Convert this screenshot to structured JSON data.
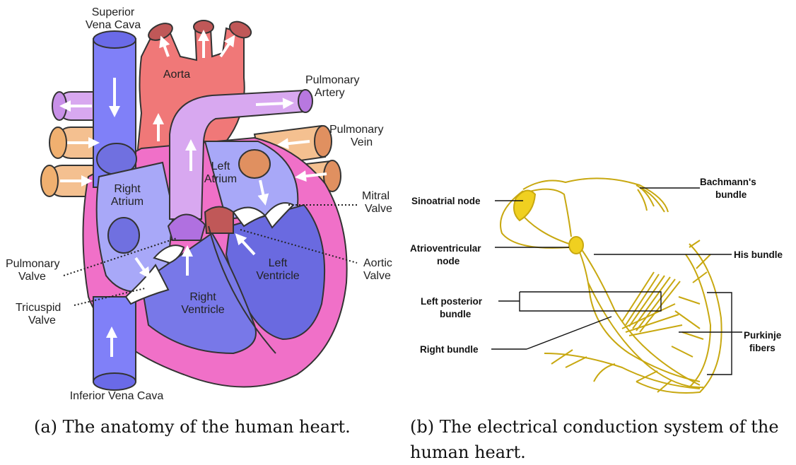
{
  "figure_a": {
    "labels": {
      "superior_vena_cava_1": "Superior",
      "superior_vena_cava_2": "Vena Cava",
      "aorta": "Aorta",
      "pulmonary_artery_1": "Pulmonary",
      "pulmonary_artery_2": "Artery",
      "pulmonary_vein_1": "Pulmonary",
      "pulmonary_vein_2": "Vein",
      "left_atrium_1": "Left",
      "left_atrium_2": "Atrium",
      "right_atrium_1": "Right",
      "right_atrium_2": "Atrium",
      "mitral_valve_1": "Mitral",
      "mitral_valve_2": "Valve",
      "aortic_valve_1": "Aortic",
      "aortic_valve_2": "Valve",
      "left_ventricle_1": "Left",
      "left_ventricle_2": "Ventricle",
      "right_ventricle_1": "Right",
      "right_ventricle_2": "Ventricle",
      "pulmonary_valve_1": "Pulmonary",
      "pulmonary_valve_2": "Valve",
      "tricuspid_valve_1": "Tricuspid",
      "tricuspid_valve_2": "Valve",
      "inferior_vena_cava": "Inferior Vena Cava"
    },
    "caption": "(a) The anatomy of the human heart."
  },
  "figure_b": {
    "labels": {
      "sinoatrial_node": "Sinoatrial node",
      "bachmanns_bundle_1": "Bachmann's",
      "bachmanns_bundle_2": "bundle",
      "atrioventricular_node_1": "Atrioventricular",
      "atrioventricular_node_2": "node",
      "his_bundle": "His bundle",
      "left_posterior_bundle_1": "Left posterior",
      "left_posterior_bundle_2": "bundle",
      "purkinje_fibers_1": "Purkinje",
      "purkinje_fibers_2": "fibers",
      "right_bundle": "Right bundle"
    },
    "caption": "(b) The electrical conduction system of the human heart."
  },
  "colors": {
    "vena_cava_blue": "#8080f8",
    "aorta_red": "#f07878",
    "pulmonary_artery_purple": "#d8a8f0",
    "pulmonary_vein_orange": "#f4c090",
    "myocardium_pink": "#f070c8",
    "right_atrium_fill": "#a8a8f8",
    "ventricle_fill": "#6a6ae0",
    "conduction_yellow": "#f0d020"
  }
}
